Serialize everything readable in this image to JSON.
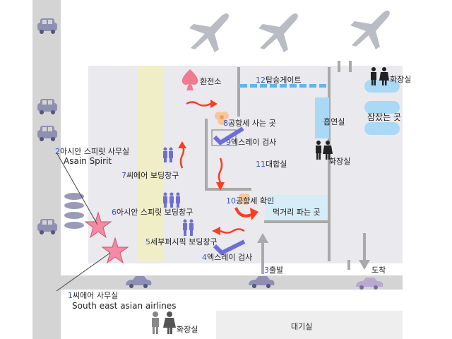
{
  "labels": {
    "exchange": "환전소",
    "gate": "12탑승게이트",
    "gate_num": "12",
    "gate_text": "탑승게이트",
    "tax_buy_num": "8",
    "tax_buy": "공항세 사는 곳",
    "xray_check_num": "9",
    "xray_check": "엑스레이 검사",
    "waiting_room_num": "11",
    "waiting_room": "대합실",
    "smoking": "흡연실",
    "nap": "잠잤는 곳",
    "toilet_top": "화장실",
    "toilet_mid": "화장실",
    "toilet_bottom": "화장실",
    "spirit_office_num": "2",
    "spirit_office": "아시안 스피릿 사무실",
    "spirit_en": "Asain Spirit",
    "seair_board_num": "7",
    "seair_board": "씨에어 보딩창구",
    "spirit_board_num": "6",
    "spirit_board": "아시안 스피릿 보딩창구",
    "tax_check_num": "10",
    "tax_check": "공항세 확인",
    "food": "먹거리 파는 곳",
    "cebu_board_num": "5",
    "cebu_board": "세부퍼시픽 보딩창구",
    "xray_num": "4",
    "xray": "엑스레이 검사",
    "depart_num": "3",
    "depart": "출발",
    "arrive": "도착",
    "seair_office_num": "1",
    "seair_office": "씨에어 사무실",
    "seair_en": "South east asian airlines",
    "waiting_area": "대기실"
  },
  "icons": {
    "plane": "airplane-icon",
    "car": "car-icon",
    "person": "person-icon",
    "star": "star-icon",
    "spade": "spade-icon",
    "check": "checkmark-icon",
    "arrow": "arrow-icon"
  },
  "colors": {
    "road": "#d4d4d4",
    "plane": "#b9bcc5",
    "car": "#8f8fb3",
    "arrow_red": "#ff3b1f",
    "check": "#6e6ed8",
    "star": "#f48aa3",
    "spade": "#f07a90",
    "gate": "#5bb7ee",
    "number": "#3355cc"
  }
}
